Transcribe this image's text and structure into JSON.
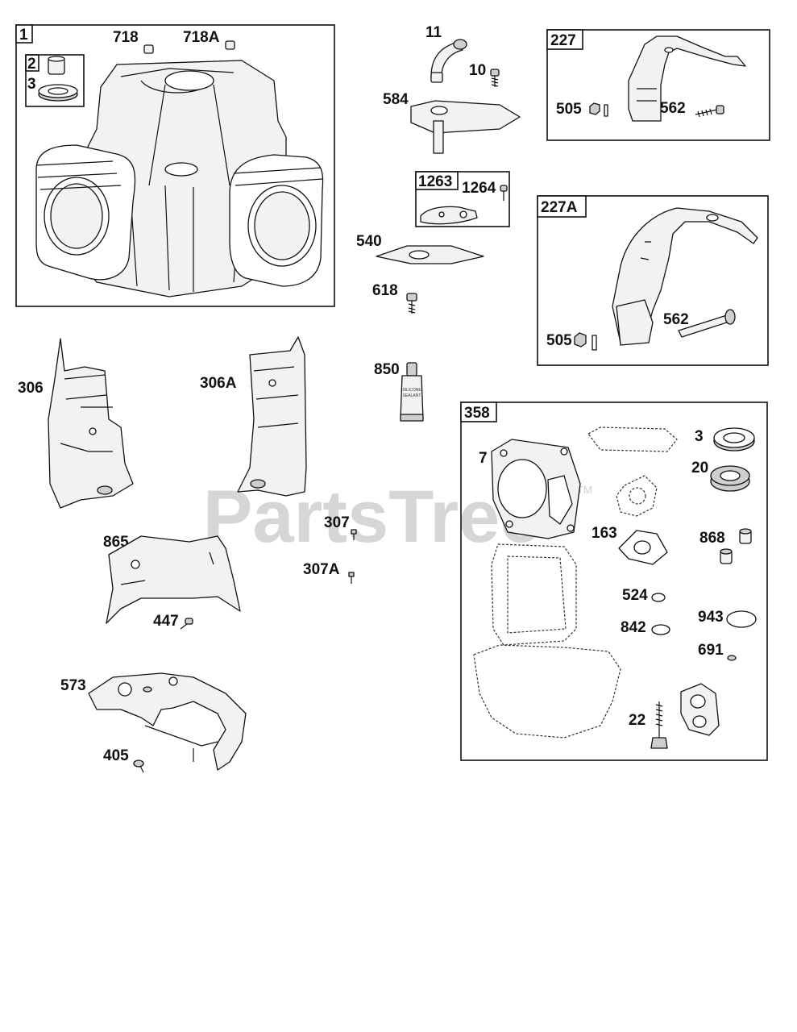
{
  "watermark": {
    "text": "PartsTree",
    "tm": "TM"
  },
  "groups": {
    "g1": "1",
    "g2": "2",
    "g227": "227",
    "g227a": "227A",
    "g1263": "1263",
    "g358": "358"
  },
  "labels": {
    "p3a": "3",
    "p718": "718",
    "p718a": "718A",
    "p11": "11",
    "p10": "10",
    "p584": "584",
    "p1264": "1264",
    "p540": "540",
    "p618": "618",
    "p850": "850",
    "p505a": "505",
    "p562a": "562",
    "p505b": "505",
    "p562b": "562",
    "p306": "306",
    "p306a": "306A",
    "p307": "307",
    "p307a": "307A",
    "p865": "865",
    "p447": "447",
    "p573": "573",
    "p405": "405",
    "p7": "7",
    "p3b": "3",
    "p20": "20",
    "p163": "163",
    "p868": "868",
    "p524": "524",
    "p842": "842",
    "p943": "943",
    "p691": "691",
    "p22": "22"
  },
  "sealant": {
    "line1": "SILICONE",
    "line2": "SEALANT"
  }
}
